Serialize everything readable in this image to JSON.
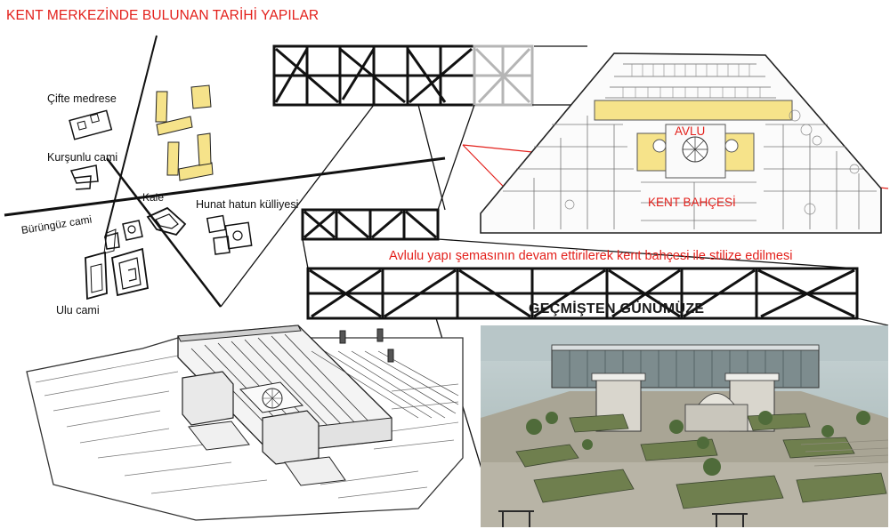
{
  "title": "KENT MERKEZİNDE BULUNAN TARİHİ YAPILAR",
  "site_map": {
    "labels": {
      "cifte": "Çifte medrese",
      "kursunlu": "Kurşunlu cami",
      "kale": "Kale",
      "hunat": "Hunat hatun külliyesi",
      "burunguz": "Bürüngüz cami",
      "ulu": "Ulu cami"
    }
  },
  "plan": {
    "avlu": "AVLU",
    "kent_bahcesi": "KENT BAHÇESİ"
  },
  "caption": "Avlulu yapı şemasının devam ettirilerek kent bahçesi ile stilize edilmesi",
  "subtitle": "GEÇMİŞTEN GÜNÜMÜZE",
  "colors": {
    "title_red": "#e3201b",
    "highlight_yellow": "#f6e38a",
    "ink": "#111111"
  }
}
